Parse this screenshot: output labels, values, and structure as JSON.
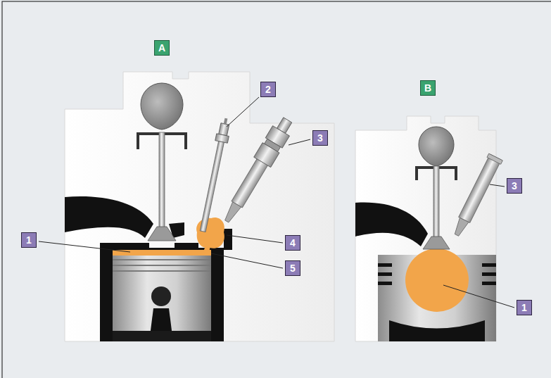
{
  "diagram": {
    "nodes": [
      {
        "text": [
          "A"
        ]
      },
      {
        "text": [
          "B"
        ]
      },
      {
        "text": [
          "2"
        ]
      },
      {
        "text": [
          "3"
        ]
      },
      {
        "text": [
          "3"
        ]
      },
      {
        "text": [
          "1"
        ]
      },
      {
        "text": [
          "4"
        ]
      },
      {
        "text": [
          "5"
        ]
      },
      {
        "text": [
          "1"
        ]
      }
    ]
  }
}
